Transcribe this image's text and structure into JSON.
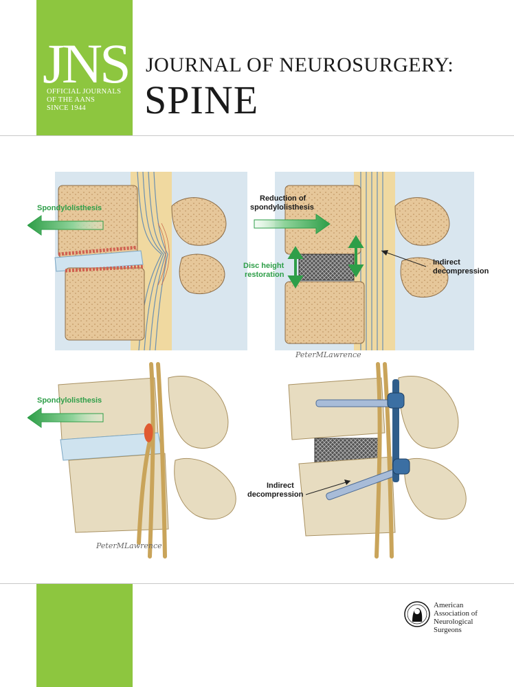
{
  "header": {
    "logo_letters": "JNS",
    "logo_subtitle": [
      "OFFICIAL JOURNALS",
      "OF THE AANS",
      "SINCE 1944"
    ],
    "journal_title": "JOURNAL OF NEUROSURGERY:",
    "journal_subtitle": "SPINE"
  },
  "illustration": {
    "panel_top_left": {
      "label": "Spondylolisthesis"
    },
    "panel_top_right": {
      "label_reduction": [
        "Reduction of",
        "spondylolisthesis"
      ],
      "label_disc": [
        "Disc height",
        "restoration"
      ],
      "label_indirect": [
        "Indirect",
        "decompression"
      ]
    },
    "panel_bottom_left": {
      "label": "Spondylolisthesis"
    },
    "panel_bottom_right": {
      "label_indirect": [
        "Indirect",
        "decompression"
      ]
    },
    "artist_signature": "PeterMLawrence"
  },
  "footer": {
    "aans_name": [
      "American",
      "Association of",
      "Neurological",
      "Surgeons"
    ]
  },
  "colors": {
    "brand_green": "#8dc63f",
    "label_green": "#2e9e48",
    "bone": "#e8cfa3",
    "nerve": "#e9c98a"
  }
}
